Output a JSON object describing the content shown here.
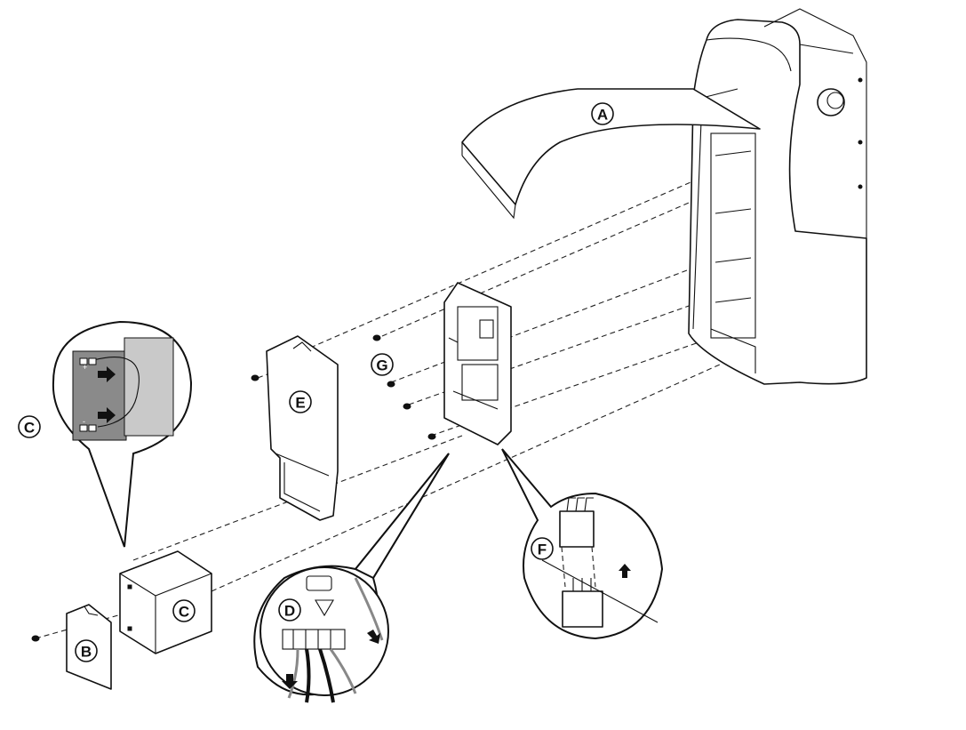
{
  "callouts": {
    "A": "A",
    "B": "B",
    "C_side": "C",
    "C_box": "C",
    "D": "D",
    "E": "E",
    "F": "F",
    "G": "G"
  },
  "battery_terminals": {
    "plus": "+",
    "minus": "-"
  },
  "colors": {
    "line": "#111111",
    "battery_dark": "#8a8a8a",
    "battery_light": "#c9c9c9",
    "background": "#ffffff"
  }
}
